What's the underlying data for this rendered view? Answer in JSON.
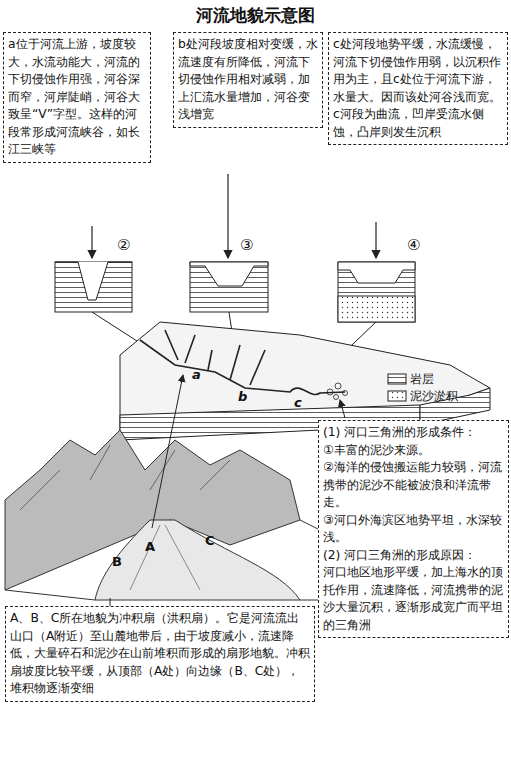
{
  "diagram": {
    "title": "河流地貌示意图",
    "nodes": [
      {
        "text": [
          "a位于河流上游，坡度较大，水流动能大，河流的下切侵蚀作用强，河谷深而窄，河岸陡峭，河谷大致呈“V”字型。这样的河段常形成河流峡谷，如长江三峡等"
        ]
      },
      {
        "text": [
          "b处河段坡度相对变缓，水流速度有所降低，河流下切侵蚀作用相对减弱，加上汇流水量增加，河谷变浅增宽"
        ]
      },
      {
        "text": [
          "c处河段地势平缓，水流缓慢，河流下切侵蚀作用弱，以沉积作用为主，且c处位于河流下游，水量大。因而该处河谷浅而宽。c河段为曲流，凹岸受流水侧蚀，凸岸则发生沉积"
        ]
      },
      {
        "text": [
          "(1) 河口三角洲的形成条件：",
          "①丰富的泥沙来源。",
          "②海洋的侵蚀搬运能力较弱，河流携带的泥沙不能被波浪和洋流带走。",
          "③河口外海滨区地势平坦，水深较浅。",
          "(2) 河口三角洲的形成原因：",
          "河口地区地形平缓，加上海水的顶托作用，流速降低，河流携带的泥沙大量沉积，逐渐形成宽广而平坦的三角洲"
        ]
      },
      {
        "text": [
          "A、B、C所在地貌为冲积扇（洪积扇）。它是河流流出山口（A附近）至山麓地带后，由于坡度减小，流速降低，大量碎石和泥沙在山前堆积而形成的扇形地貌。冲积扇坡度比较平缓，从顶部（A处）向边缘（B、C处），堆积物逐渐变细"
        ]
      }
    ],
    "labels": [
      "②",
      "③",
      "④",
      "a",
      "b",
      "c",
      "A",
      "B",
      "C"
    ],
    "legend": [
      {
        "text": "岩层"
      },
      {
        "text": "泥沙淤积"
      }
    ]
  }
}
